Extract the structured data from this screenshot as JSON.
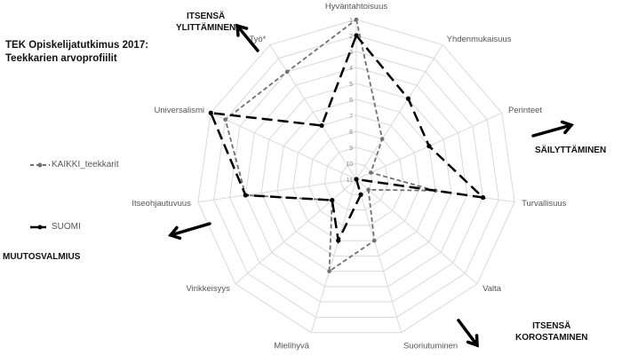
{
  "chart_data": {
    "type": "radar",
    "title": "TEK Opiskelijatutkimus 2017:",
    "subtitle": "Teekkarien arvoprofiilit",
    "axes": [
      "Hyväntahtoisuus",
      "Yhdenmukaisuus",
      "Perinteet",
      "Turvallisuus",
      "Valta",
      "Suoriutuminen",
      "Mielihyvä",
      "Virikkeisyys",
      "Itseohjautuvuus",
      "Universalismi",
      "Työ*"
    ],
    "scale": {
      "min": 1,
      "max": 11,
      "reversed": true,
      "ticks": [
        "1",
        "2",
        "3",
        "4",
        "5",
        "6",
        "7",
        "8",
        "9",
        "10",
        "11"
      ]
    },
    "series": [
      {
        "name": "KAIKKI_teekkarit",
        "color": "#707070",
        "style": "dashed-thin",
        "values": [
          1,
          8,
          10,
          6,
          10,
          7,
          5,
          9,
          4,
          2,
          3
        ]
      },
      {
        "name": "SUOMI",
        "color": "#000000",
        "style": "dashed-thick",
        "values": [
          2,
          5,
          6,
          3,
          11,
          10,
          7,
          9,
          4,
          1,
          7
        ]
      }
    ],
    "grid": true,
    "legend": "left",
    "annotations": [
      {
        "text_lines": [
          "ITSENSÄ",
          "YLITTÄMINEN"
        ],
        "arrow": "up-left"
      },
      {
        "text_lines": [
          "SÄILYTTÄMINEN"
        ],
        "arrow": "right"
      },
      {
        "text_lines": [
          "ITSENSÄ",
          "KOROSTAMINEN"
        ],
        "arrow": "down-right"
      },
      {
        "text_lines": [
          "MUUTOSVALMIUS"
        ],
        "arrow": "left"
      }
    ]
  }
}
